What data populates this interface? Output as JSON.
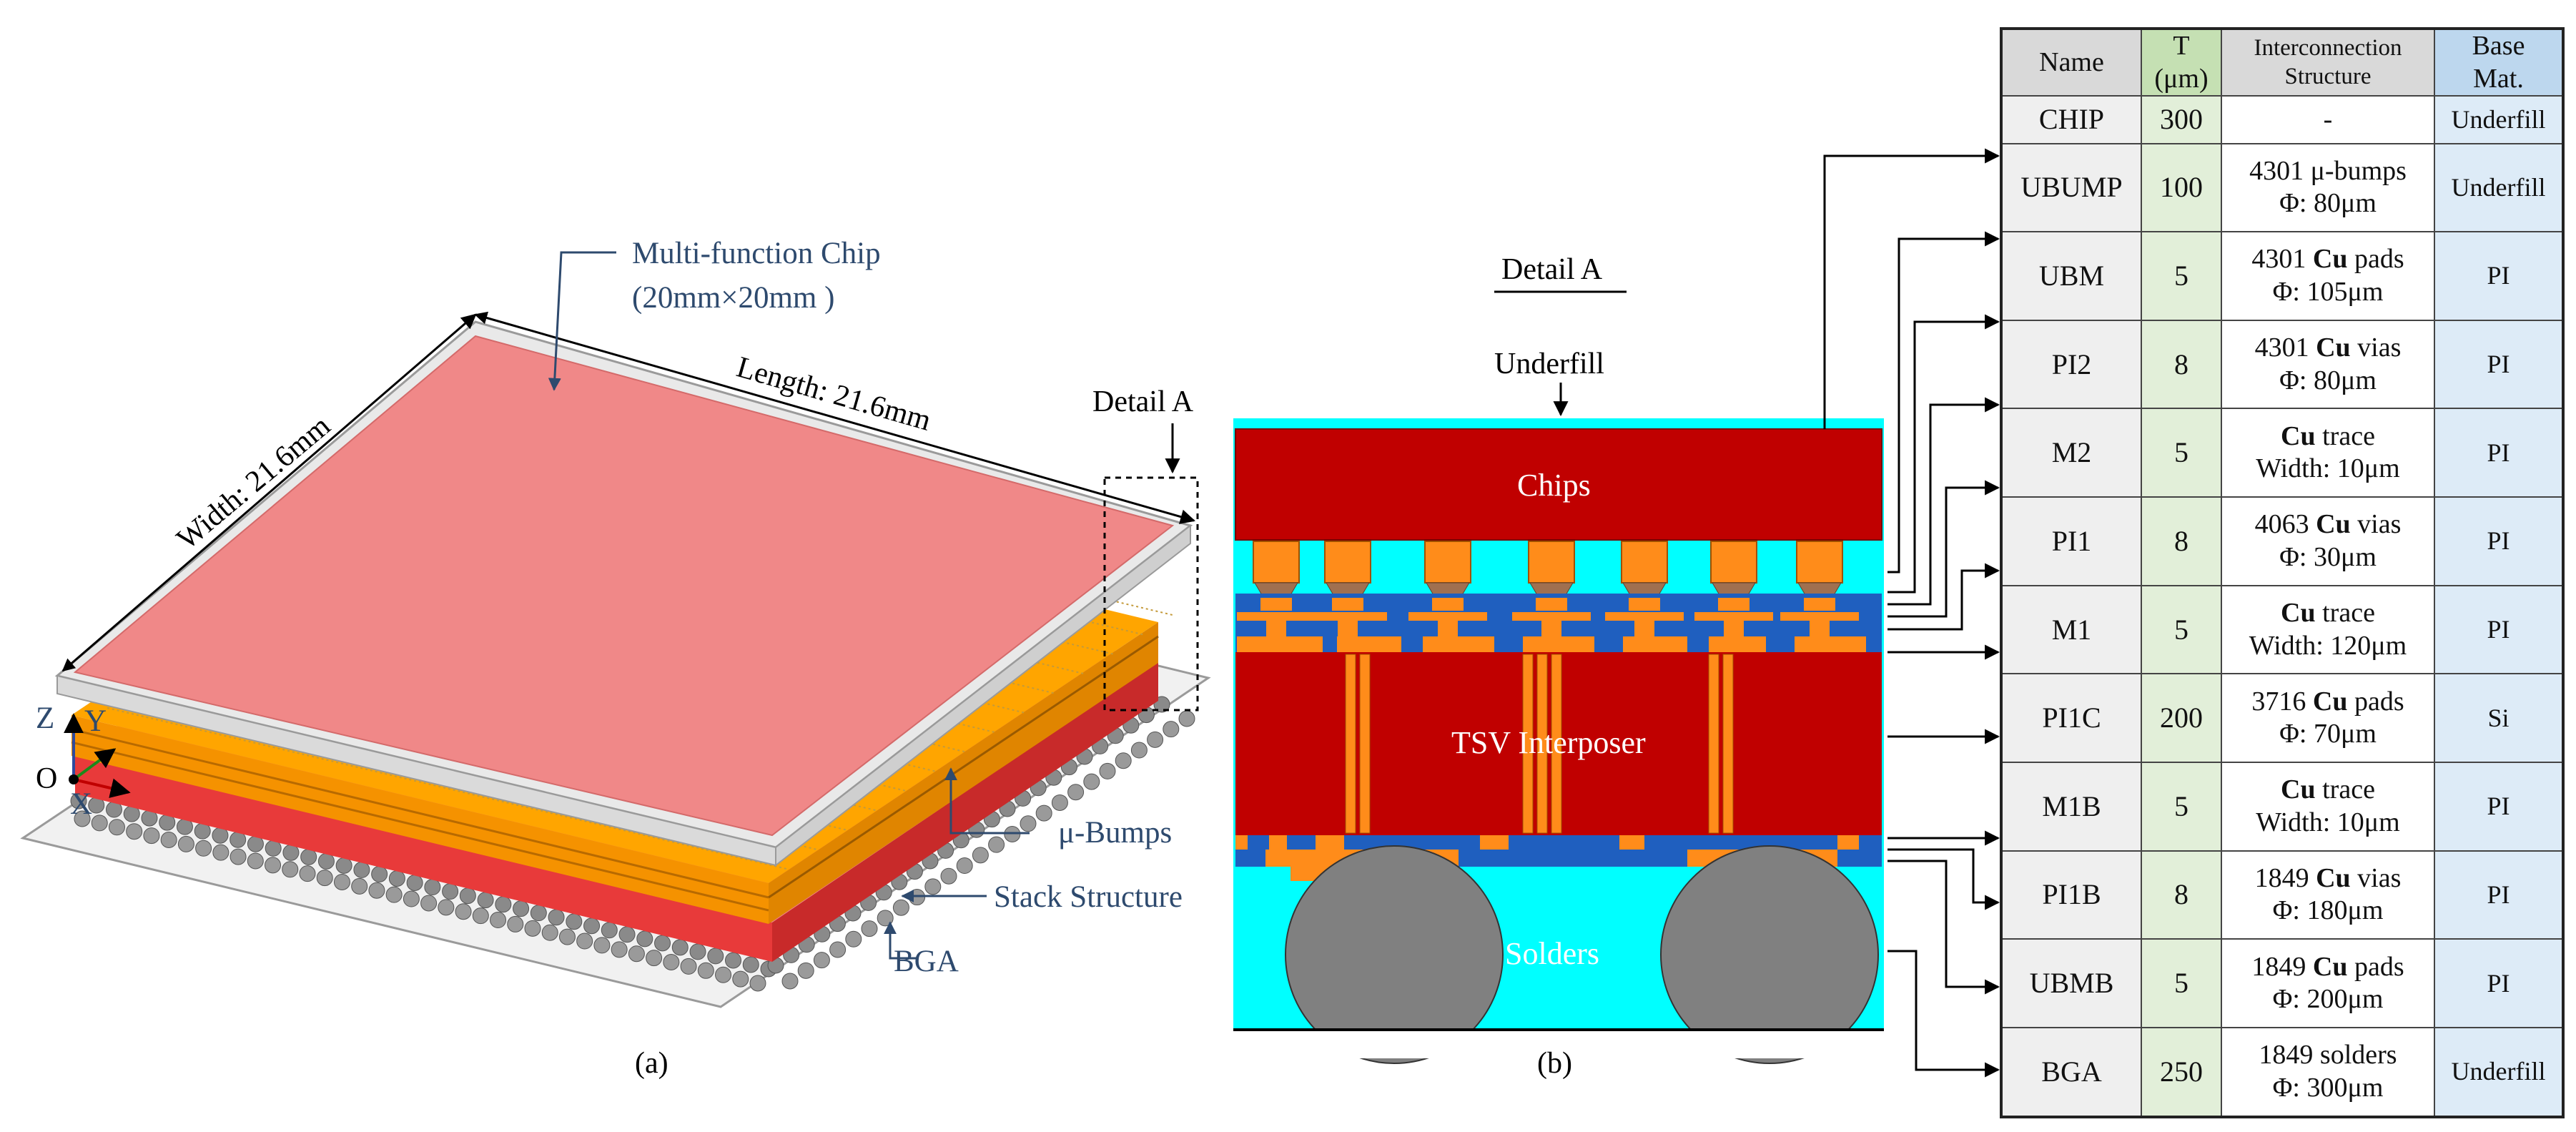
{
  "panel_a": {
    "callout_chip_line1": "Multi-function Chip",
    "callout_chip_line2": "(20mm×20mm )",
    "width_label": "Width: 21.6mm",
    "length_label": "Length: 21.6mm",
    "detail_label": "Detail A",
    "bumps_label": "μ-Bumps",
    "stack_label": "Stack Structure",
    "bga_label": "BGA",
    "axis_z": "Z",
    "axis_y": "Y",
    "axis_x": "X",
    "axis_o": "O",
    "caption": "(a)"
  },
  "panel_b": {
    "title": "Detail A",
    "underfill_label": "Underfill",
    "chips_label": "Chips",
    "interposer_label": "TSV Interposer",
    "solders_label": "Solders",
    "caption": "(b)"
  },
  "colors": {
    "chip_red": "#c00000",
    "underfill_cyan": "#00ffff",
    "copper_orange": "#ff8c1a",
    "pi_blue": "#1f5fbf",
    "solder_gray": "#808080",
    "top_chip_pink": "#f08888",
    "substrate_orange": "#ffa500"
  },
  "table": {
    "headers": {
      "name": "Name",
      "t_line1": "T",
      "t_line2": "(μm)",
      "struct_line1": "Interconnection",
      "struct_line2": "Structure",
      "mat_line1": "Base",
      "mat_line2": "Mat."
    },
    "rows": [
      {
        "name": "CHIP",
        "t": "300",
        "s_line1": "-",
        "s_line2": "",
        "mat": "Underfill"
      },
      {
        "name": "UBUMP",
        "t": "100",
        "s_line1": "4301 μ-bumps",
        "s_line2": "Φ: 80μm",
        "mat": "Underfill"
      },
      {
        "name": "UBM",
        "t": "5",
        "s_line1": "4301 Cu pads",
        "s_line2": "Φ: 105μm",
        "mat": "PI"
      },
      {
        "name": "PI2",
        "t": "8",
        "s_line1": "4301 Cu vias",
        "s_line2": "Φ: 80μm",
        "mat": "PI"
      },
      {
        "name": "M2",
        "t": "5",
        "s_line1": "Cu trace",
        "s_line2": "Width: 10μm",
        "mat": "PI"
      },
      {
        "name": "PI1",
        "t": "8",
        "s_line1": "4063 Cu vias",
        "s_line2": "Φ: 30μm",
        "mat": "PI"
      },
      {
        "name": "M1",
        "t": "5",
        "s_line1": "Cu trace",
        "s_line2": "Width: 120μm",
        "mat": "PI"
      },
      {
        "name": "PI1C",
        "t": "200",
        "s_line1": "3716 Cu pads",
        "s_line2": "Φ: 70μm",
        "mat": "Si"
      },
      {
        "name": "M1B",
        "t": "5",
        "s_line1": "Cu trace",
        "s_line2": "Width: 10μm",
        "mat": "PI"
      },
      {
        "name": "PI1B",
        "t": "8",
        "s_line1": "1849 Cu vias",
        "s_line2": "Φ: 180μm",
        "mat": "PI"
      },
      {
        "name": "UBMB",
        "t": "5",
        "s_line1": "1849 Cu pads",
        "s_line2": "Φ: 200μm",
        "mat": "PI"
      },
      {
        "name": "BGA",
        "t": "250",
        "s_line1": "1849 solders",
        "s_line2": "Φ: 300μm",
        "mat": "Underfill"
      }
    ]
  }
}
